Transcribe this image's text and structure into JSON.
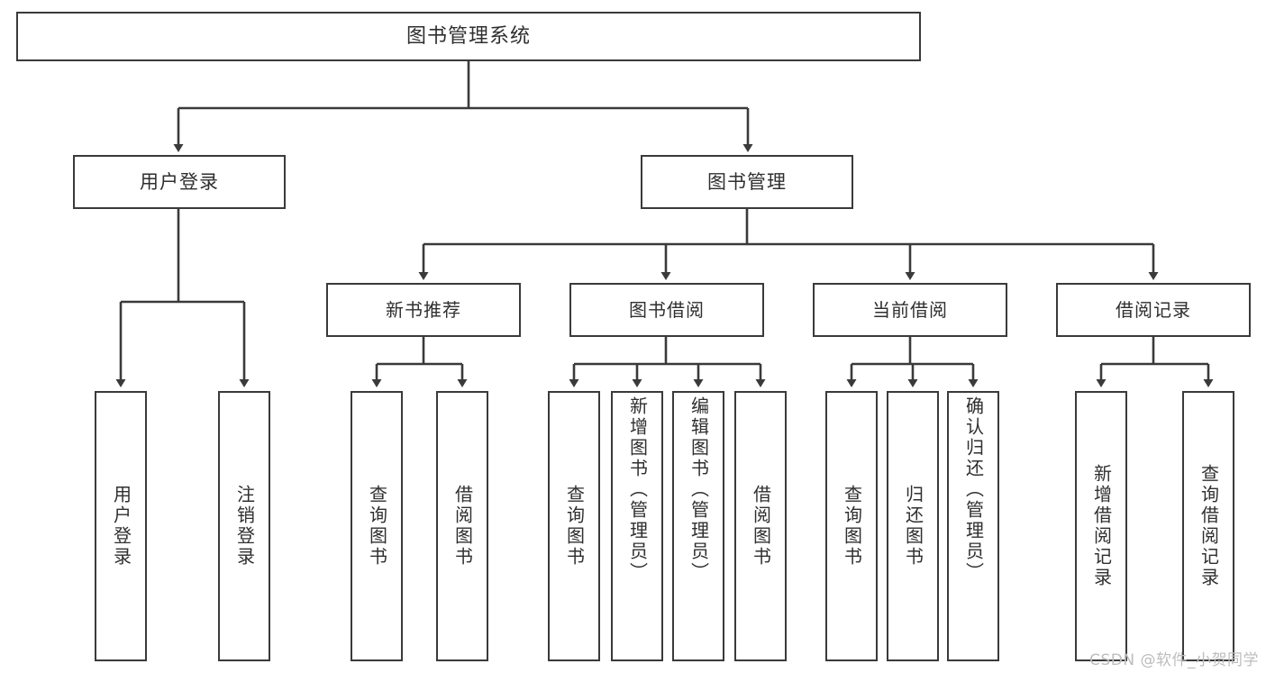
{
  "diagram": {
    "title": "图书管理系统",
    "watermark": "CSDN @软件_小贺同学"
  },
  "nodes": {
    "root": {
      "label": "图书管理系统"
    },
    "level2": [
      {
        "id": "user-login",
        "label": "用户登录"
      },
      {
        "id": "book-management",
        "label": "图书管理"
      }
    ],
    "level3": [
      {
        "id": "new-book-recommend",
        "label": "新书推荐"
      },
      {
        "id": "book-borrow",
        "label": "图书借阅"
      },
      {
        "id": "current-borrow",
        "label": "当前借阅"
      },
      {
        "id": "borrow-record",
        "label": "借阅记录"
      }
    ],
    "leaves": {
      "user_login": [
        {
          "id": "leaf-user-login",
          "label": "用户登录"
        },
        {
          "id": "leaf-logout-login",
          "label": "注销登录"
        }
      ],
      "new_book_recommend": [
        {
          "id": "leaf-query-book-1",
          "label": "查询图书"
        },
        {
          "id": "leaf-borrow-book-1",
          "label": "借阅图书"
        }
      ],
      "book_borrow": [
        {
          "id": "leaf-query-book-2",
          "label": "查询图书"
        },
        {
          "id": "leaf-add-book",
          "label": "新增图书（管理员）"
        },
        {
          "id": "leaf-edit-book",
          "label": "编辑图书（管理员）"
        },
        {
          "id": "leaf-borrow-book-2",
          "label": "借阅图书"
        }
      ],
      "current_borrow": [
        {
          "id": "leaf-query-book-3",
          "label": "查询图书"
        },
        {
          "id": "leaf-return-book",
          "label": "归还图书"
        },
        {
          "id": "leaf-confirm-return",
          "label": "确认归还（管理员）"
        }
      ],
      "borrow_record": [
        {
          "id": "leaf-add-record",
          "label": "新增借阅记录"
        },
        {
          "id": "leaf-query-record",
          "label": "查询借阅记录"
        }
      ]
    }
  },
  "style": {
    "border_color": "#3a3a3a",
    "text_color": "#2f2f2f",
    "background": "#ffffff",
    "line_color": "#3a3a3a",
    "watermark_color": "#bdbdbd"
  },
  "chart_data": {
    "type": "tree-diagram",
    "title": "图书管理系统 功能结构图",
    "root": "图书管理系统",
    "edges": [
      {
        "from": "图书管理系统",
        "to": "用户登录"
      },
      {
        "from": "图书管理系统",
        "to": "图书管理"
      },
      {
        "from": "用户登录",
        "to": "用户登录"
      },
      {
        "from": "用户登录",
        "to": "注销登录"
      },
      {
        "from": "图书管理",
        "to": "新书推荐"
      },
      {
        "from": "图书管理",
        "to": "图书借阅"
      },
      {
        "from": "图书管理",
        "to": "当前借阅"
      },
      {
        "from": "图书管理",
        "to": "借阅记录"
      },
      {
        "from": "新书推荐",
        "to": "查询图书"
      },
      {
        "from": "新书推荐",
        "to": "借阅图书"
      },
      {
        "from": "图书借阅",
        "to": "查询图书"
      },
      {
        "from": "图书借阅",
        "to": "新增图书（管理员）"
      },
      {
        "from": "图书借阅",
        "to": "编辑图书（管理员）"
      },
      {
        "from": "图书借阅",
        "to": "借阅图书"
      },
      {
        "from": "当前借阅",
        "to": "查询图书"
      },
      {
        "from": "当前借阅",
        "to": "归还图书"
      },
      {
        "from": "当前借阅",
        "to": "确认归还（管理员）"
      },
      {
        "from": "借阅记录",
        "to": "新增借阅记录"
      },
      {
        "from": "借阅记录",
        "to": "查询借阅记录"
      }
    ],
    "levels": 4
  }
}
